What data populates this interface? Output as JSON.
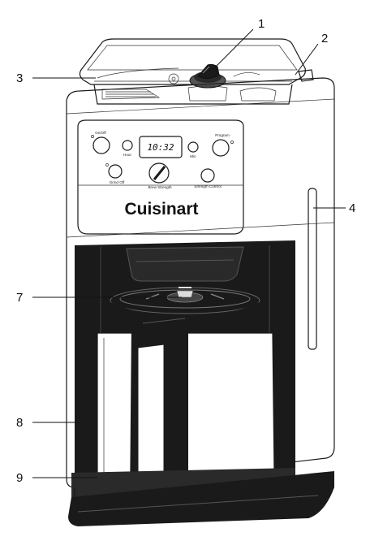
{
  "callouts": [
    "1",
    "2",
    "3",
    "4",
    "7",
    "8",
    "9"
  ],
  "panel": {
    "display_time": "10:32",
    "on_off": "On/Off",
    "hour": "Hour",
    "min": "Min",
    "program": "Program",
    "grind_off": "Grind Off",
    "brew_strength": "Brew Strength",
    "strength_control": "Strength Control"
  },
  "brand": "Cuisinart",
  "colors": {
    "body_dark": "#1a1a1a",
    "outline": "#1a1a1a",
    "background": "#ffffff"
  }
}
